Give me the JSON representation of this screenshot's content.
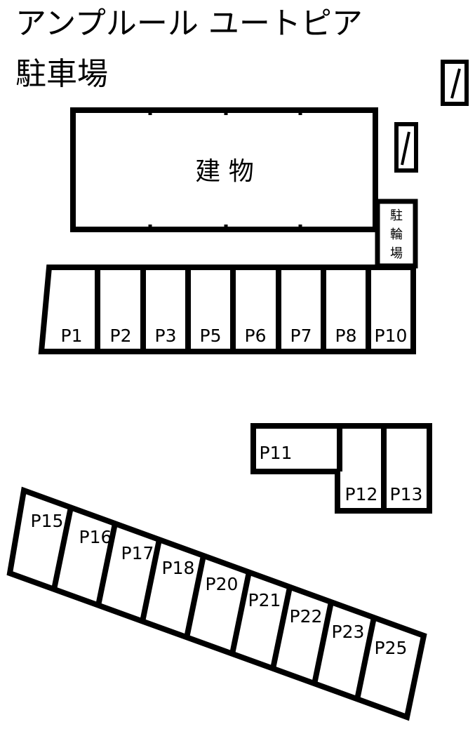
{
  "title": {
    "line1": "アンプルール ユートピア",
    "line2": "駐車場"
  },
  "building": {
    "label": "建 物"
  },
  "bike_parking": {
    "chars": [
      "駐",
      "輪",
      "場"
    ]
  },
  "top_row": [
    "P1",
    "P2",
    "P3",
    "P5",
    "P6",
    "P7",
    "P8",
    "P10"
  ],
  "middle_group": [
    "P11",
    "P12",
    "P13"
  ],
  "diagonal_row": [
    "P15",
    "P16",
    "P17",
    "P18",
    "P20",
    "P21",
    "P22",
    "P23",
    "P25"
  ],
  "colors": {
    "line": "#000000",
    "background": "#ffffff"
  }
}
